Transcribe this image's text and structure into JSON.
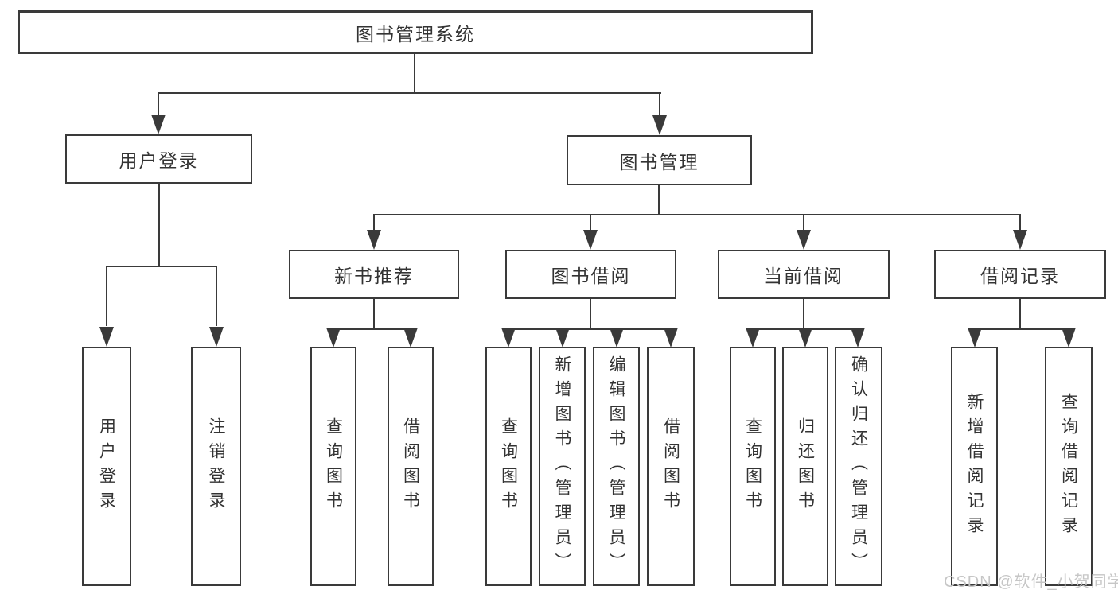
{
  "diagram": {
    "nodes": {
      "root": {
        "label": "图书管理系统"
      },
      "user_login": {
        "label": "用户登录"
      },
      "book_mgmt": {
        "label": "图书管理"
      },
      "new_books": {
        "label": "新书推荐"
      },
      "book_borrow": {
        "label": "图书借阅"
      },
      "current_borrow": {
        "label": "当前借阅"
      },
      "borrow_records": {
        "label": "借阅记录"
      }
    },
    "leaves": {
      "user_login_action": {
        "label": "用户登录"
      },
      "logout": {
        "label": "注销登录"
      },
      "newbooks_query": {
        "label": "查询图书"
      },
      "newbooks_borrow": {
        "label": "借阅图书"
      },
      "borrow_query": {
        "label": "查询图书"
      },
      "borrow_add": {
        "label": "新增图书（管理员）"
      },
      "borrow_edit": {
        "label": "编辑图书（管理员）"
      },
      "borrow_lend": {
        "label": "借阅图书"
      },
      "current_query": {
        "label": "查询图书"
      },
      "current_return": {
        "label": "归还图书"
      },
      "current_confirm": {
        "label": "确认归还（管理员）"
      },
      "records_add": {
        "label": "新增借阅记录"
      },
      "records_query": {
        "label": "查询借阅记录"
      }
    }
  },
  "watermark": {
    "text": "CSDN @软件_小贺同学"
  },
  "colors": {
    "line": "#3a3a3a",
    "text": "#333333",
    "watermark": "#c6c6c6",
    "background": "#ffffff"
  }
}
